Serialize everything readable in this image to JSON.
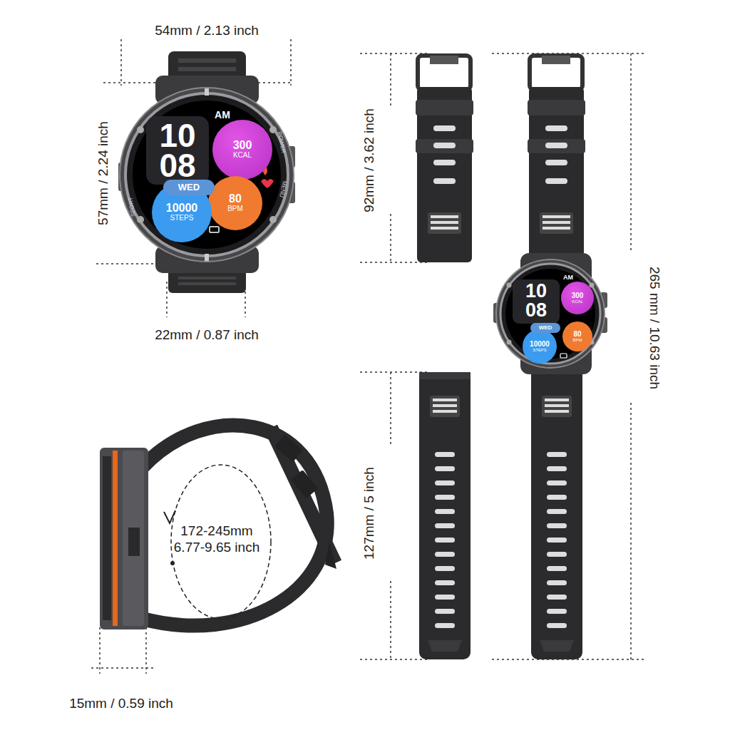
{
  "diagram": {
    "nodes": [
      {
        "text": [
          "300",
          "KCAL"
        ]
      },
      {
        "text": [
          "WED"
        ]
      },
      {
        "text": [
          "10000",
          "STEPS"
        ]
      },
      {
        "text": [
          "80",
          "BPM"
        ]
      },
      {
        "text": [
          "300",
          "KCAL"
        ]
      },
      {
        "text": [
          "WED"
        ]
      },
      {
        "text": [
          "10000",
          "STEPS"
        ]
      },
      {
        "text": [
          "80",
          "BPM"
        ]
      }
    ],
    "labels": [
      "54mm / 2.13 inch",
      "57mm / 2.24 inch",
      "AM",
      "10",
      "08",
      "POWER",
      "MENU",
      "SPORT",
      "22mm / 0.87 inch",
      "92mm / 3.62 inch",
      "AM",
      "10",
      "08",
      "265 mm / 10.63 inch",
      "172-245mm",
      "6.77-9.65 inch",
      "127mm / 5 inch",
      "15mm / 0.59 inch"
    ]
  }
}
